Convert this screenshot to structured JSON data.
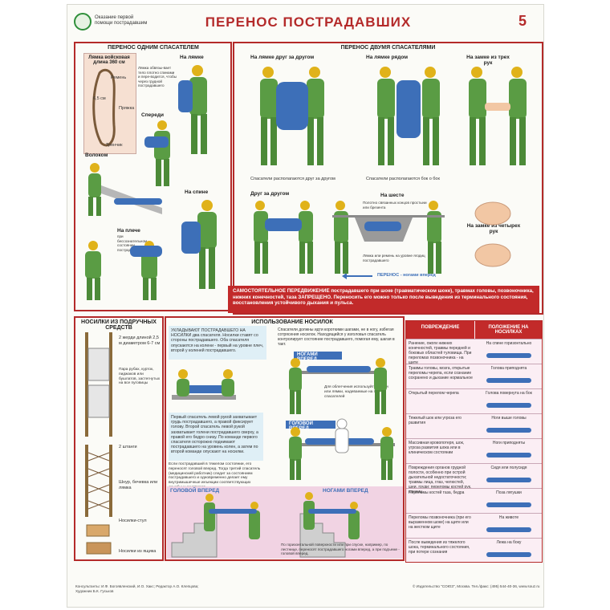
{
  "header": {
    "logo_text": "Оказание первой помощи пострадавшим",
    "title": "ПЕРЕНОС ПОСТРАДАВШИХ",
    "page_number": "5"
  },
  "one_rescuer": {
    "heading": "ПЕРЕНОС ОДНИМ СПАСАТЕЛЕМ",
    "strap_title": "Лямка войсковая длина 360 см",
    "strap_labels": [
      "Ремень",
      "Пряжка",
      "Тренчик"
    ],
    "strap_size": "6,5 см",
    "strap_note": "Лямка обвязы-вает тело плотно спинами и пере-водится, чтобы через грудной пострадавшего",
    "labels": {
      "on_strap": "На лямке",
      "front": "Спереди",
      "drag": "Волоком",
      "on_back": "На спине",
      "shoulder": "На плече",
      "shoulder_note": "при бессознательном состоянии пострадавшего"
    }
  },
  "two_rescuers": {
    "heading": "ПЕРЕНОС ДВУМЯ СПАСАТЕЛЯМИ",
    "labels": {
      "strap_one_after": "На лямке друг за другом",
      "strap_side": "На лямке рядом",
      "three_hands": "На замке из трех рук",
      "one_after": "Друг за другом",
      "on_pole": "На шесте",
      "four_hands": "На замке из четырех рук"
    },
    "notes": {
      "one_after_note": "Спасатели располагаются друг за другом",
      "side_note": "Спасатели располагаются бок о бок",
      "pole_top": "Полотно связанных концов простыни или брезента",
      "pole_bottom": "Лямка или ремень на уровне ягодиц пострадавшего",
      "direction": "ПЕРЕНОС - ногами вперед"
    },
    "warning": "САМОСТОЯТЕЛЬНОЕ ПЕРЕДВИЖЕНИЕ пострадавшего при шоке (травматическом шоке), травмах головы, позвоночника, нижних конечностей, таза ЗАПРЕЩЕНО. Переносить его можно только после выведения из терминального состояния, восстановления устойчивого дыхания и пульса."
  },
  "improvised": {
    "heading": "НОСИЛКИ ИЗ ПОДРУЧНЫХ СРЕДСТВ",
    "labels": {
      "poles": "2 жерди длиной 2,5 м диаметром 6-7 см",
      "clothes": "Пара рубах, курток, пиджаков или бушлатов, застегнутых на все пуговицы",
      "two_poles": "2 штанги",
      "rope": "Шнур, бечевка или лямка",
      "chair": "Носилки-стул",
      "box": "Носилки из ящика"
    }
  },
  "stretcher": {
    "heading": "ИСПОЛЬЗОВАНИЕ НОСИЛОК",
    "banner_feet": "НОГАМИ ВПЕРЕД",
    "banner_head": "ГОЛОВОЙ ВПЕРЕД",
    "text1": "УКЛАДЫВАЮТ ПОСТРАДАВШЕГО НА НОСИЛКИ два спасателя. Носилки ставят со стороны пострадавшего. Оба спасателя опускаются на колени - первый на уровне плеч, второй у коленей пострадавшего.",
    "text2": "Спасатели должны идти короткими шагами, не в ногу, избегая сотрясения носилок. Находящийся у изголовья спасатель контролирует состояние пострадавшего, помогая ему, шагая в такт.",
    "text3": "Для облегчения используйте ремни или лямки, надеваемые на плечи спасателей",
    "text4": "Первый спасатель левой рукой захватывает грудь пострадавшего, а правой фиксирует голову. Второй спасатель левой рукой захватывает голени пострадавшего сверху, а правой его бедро снизу. По команде первого спасателя осторожно поднимают пострадавшего на уровень колен, а затем по второй команде опускают на носилки.",
    "text5": "Если пострадавший в тяжелом состоянии, его переносят головой вперед. Тогда третий спасатель (медицинский работник) следит за состоянием пострадавшего и одновременно делает ему внутримышечные инъекции соответствующих лечебных растворов.",
    "stairs_head": "ГОЛОВОЙ ВПЕРЕД",
    "stairs_feet": "НОГАМИ ВПЕРЕД",
    "stairs_note": "По горизонтальной поверхности или при спуске, например, по лестнице, переносят пострадавшего ногами вперед, а при подъеме - головой вперед."
  },
  "table": {
    "col1": "ПОВРЕЖДЕНИЕ",
    "col2": "ПОЛОЖЕНИЕ НА НОСИЛКАХ",
    "rows": [
      {
        "injury": "Ранение, ожоги нижних конечностей, травмы передней и боковых областей туловища. При переломах позвоночника - на щите",
        "position": "На спине горизонтально"
      },
      {
        "injury": "Травмы головы, мозга, открытые переломы черепа, если сознание сохранено и дыхание нормальное",
        "position": "Голова приподнята"
      },
      {
        "injury": "Открытый перелом черепа",
        "position": "Голова повернута на бок"
      },
      {
        "injury": "Тяжелый шок или угроза его развития",
        "position": "Ноги выше головы"
      },
      {
        "injury": "Массивная кровопотеря, шок, угроза развития шока или в клиническом состоянии",
        "position": "Ноги приподняты"
      },
      {
        "injury": "Повреждения органов грудной полости, особенно при острой дыхательной недостаточности; травмы лица, глаз, челюстей, шеи, груди; переломы костей рук, ключиц",
        "position": "Сидя или полусидя"
      },
      {
        "injury": "Переломы костей таза, бедра",
        "position": "Поза лягушки"
      },
      {
        "injury": "Переломы позвоночника (при его выраженном шоке) на щите или на жестком щите",
        "position": "На животе"
      },
      {
        "injury": "После выведения из тяжелого шока, терминального состояния, при потере сознания",
        "position": "Лежа на боку"
      }
    ]
  },
  "footer": {
    "authors": "Консультанты: И.Ф. Богоявленский, И.О. Хакс; Редактор А.О. Клепцова; Художник Б.К. Гуськов",
    "publisher": "© Издательство \"СОЮЗ\", Москва. Тел./факс: (495) 544-40-36, www.souz.ru"
  },
  "colors": {
    "accent": "#b42a2a",
    "uniform": "#5a9c44",
    "helmet": "#e0b21a",
    "pink": "#f1d3e3",
    "blue": "#3d6fb8"
  }
}
